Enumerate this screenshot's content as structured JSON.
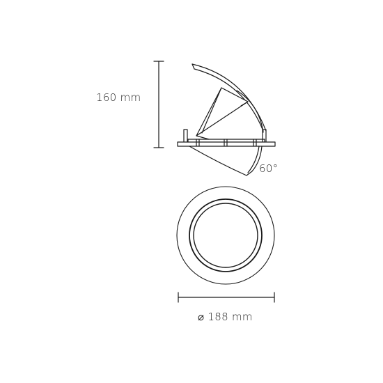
{
  "dimensions": {
    "height_label": "160 mm",
    "angle_label": "60°",
    "diameter_label": "⌀ 188 mm"
  },
  "colors": {
    "line": "#1a1a1a",
    "background": "#ffffff"
  }
}
